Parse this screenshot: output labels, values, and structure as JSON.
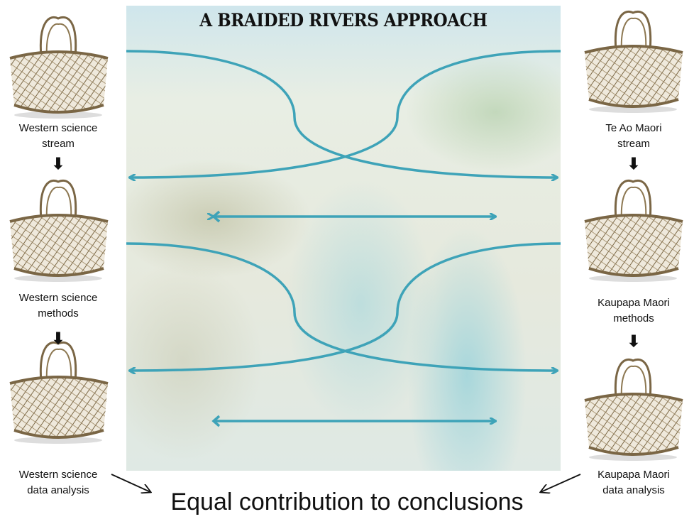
{
  "title": "A BRAIDED RIVERS APPROACH",
  "left_stream": {
    "labels": [
      "Western science\nstream",
      "Western science\nmethods",
      "Western science\ndata analysis"
    ]
  },
  "right_stream": {
    "labels": [
      "Te Ao Maori\nstream",
      "Kaupapa Maori\nmethods",
      "Kaupapa Maori\ndata analysis"
    ]
  },
  "conclusion": "Equal contribution to conclusions",
  "colors": {
    "river_arrow": "#3ea3b8",
    "basket": "#8a7550"
  }
}
